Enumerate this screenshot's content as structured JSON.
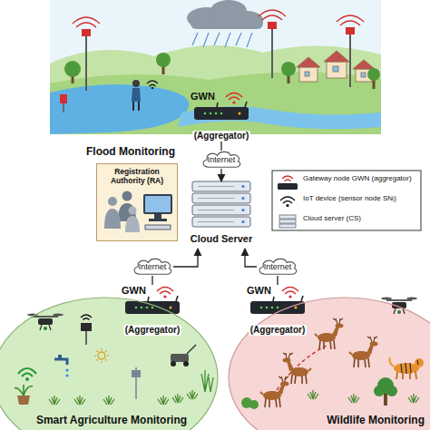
{
  "diagram": {
    "nodes": [
      {
        "text": [
          "Flood Monitoring"
        ]
      },
      {
        "text": [
          "GWN",
          "(Aggregator)"
        ]
      },
      {
        "text": [
          "Internet"
        ]
      },
      {
        "text": [
          "Registration Authority (RA)"
        ]
      },
      {
        "text": [
          "Cloud Server"
        ]
      },
      {
        "text": [
          "Internet"
        ]
      },
      {
        "text": [
          "GWN",
          "(Aggregator)"
        ]
      },
      {
        "text": [
          "Internet"
        ]
      },
      {
        "text": [
          "GWN",
          "(Aggregator)"
        ]
      },
      {
        "text": [
          "Smart Agriculture Monitoring"
        ]
      },
      {
        "text": [
          "Wildlife Monitoring"
        ]
      }
    ],
    "edges": [
      {
        "from": 1,
        "to": 2,
        "arrow": "none"
      },
      {
        "from": 2,
        "to": 4,
        "arrow": "to"
      },
      {
        "from": 6,
        "to": 5,
        "arrow": "none"
      },
      {
        "from": 5,
        "to": 4,
        "arrow": "to"
      },
      {
        "from": 8,
        "to": 7,
        "arrow": "none"
      },
      {
        "from": 7,
        "to": 4,
        "arrow": "to"
      }
    ],
    "legend": [
      {
        "text": "Gateway node GWN (aggregator)"
      },
      {
        "text": "IoT device (sensor node SNᵢ)"
      },
      {
        "text": "Cloud server (CS)"
      }
    ]
  }
}
